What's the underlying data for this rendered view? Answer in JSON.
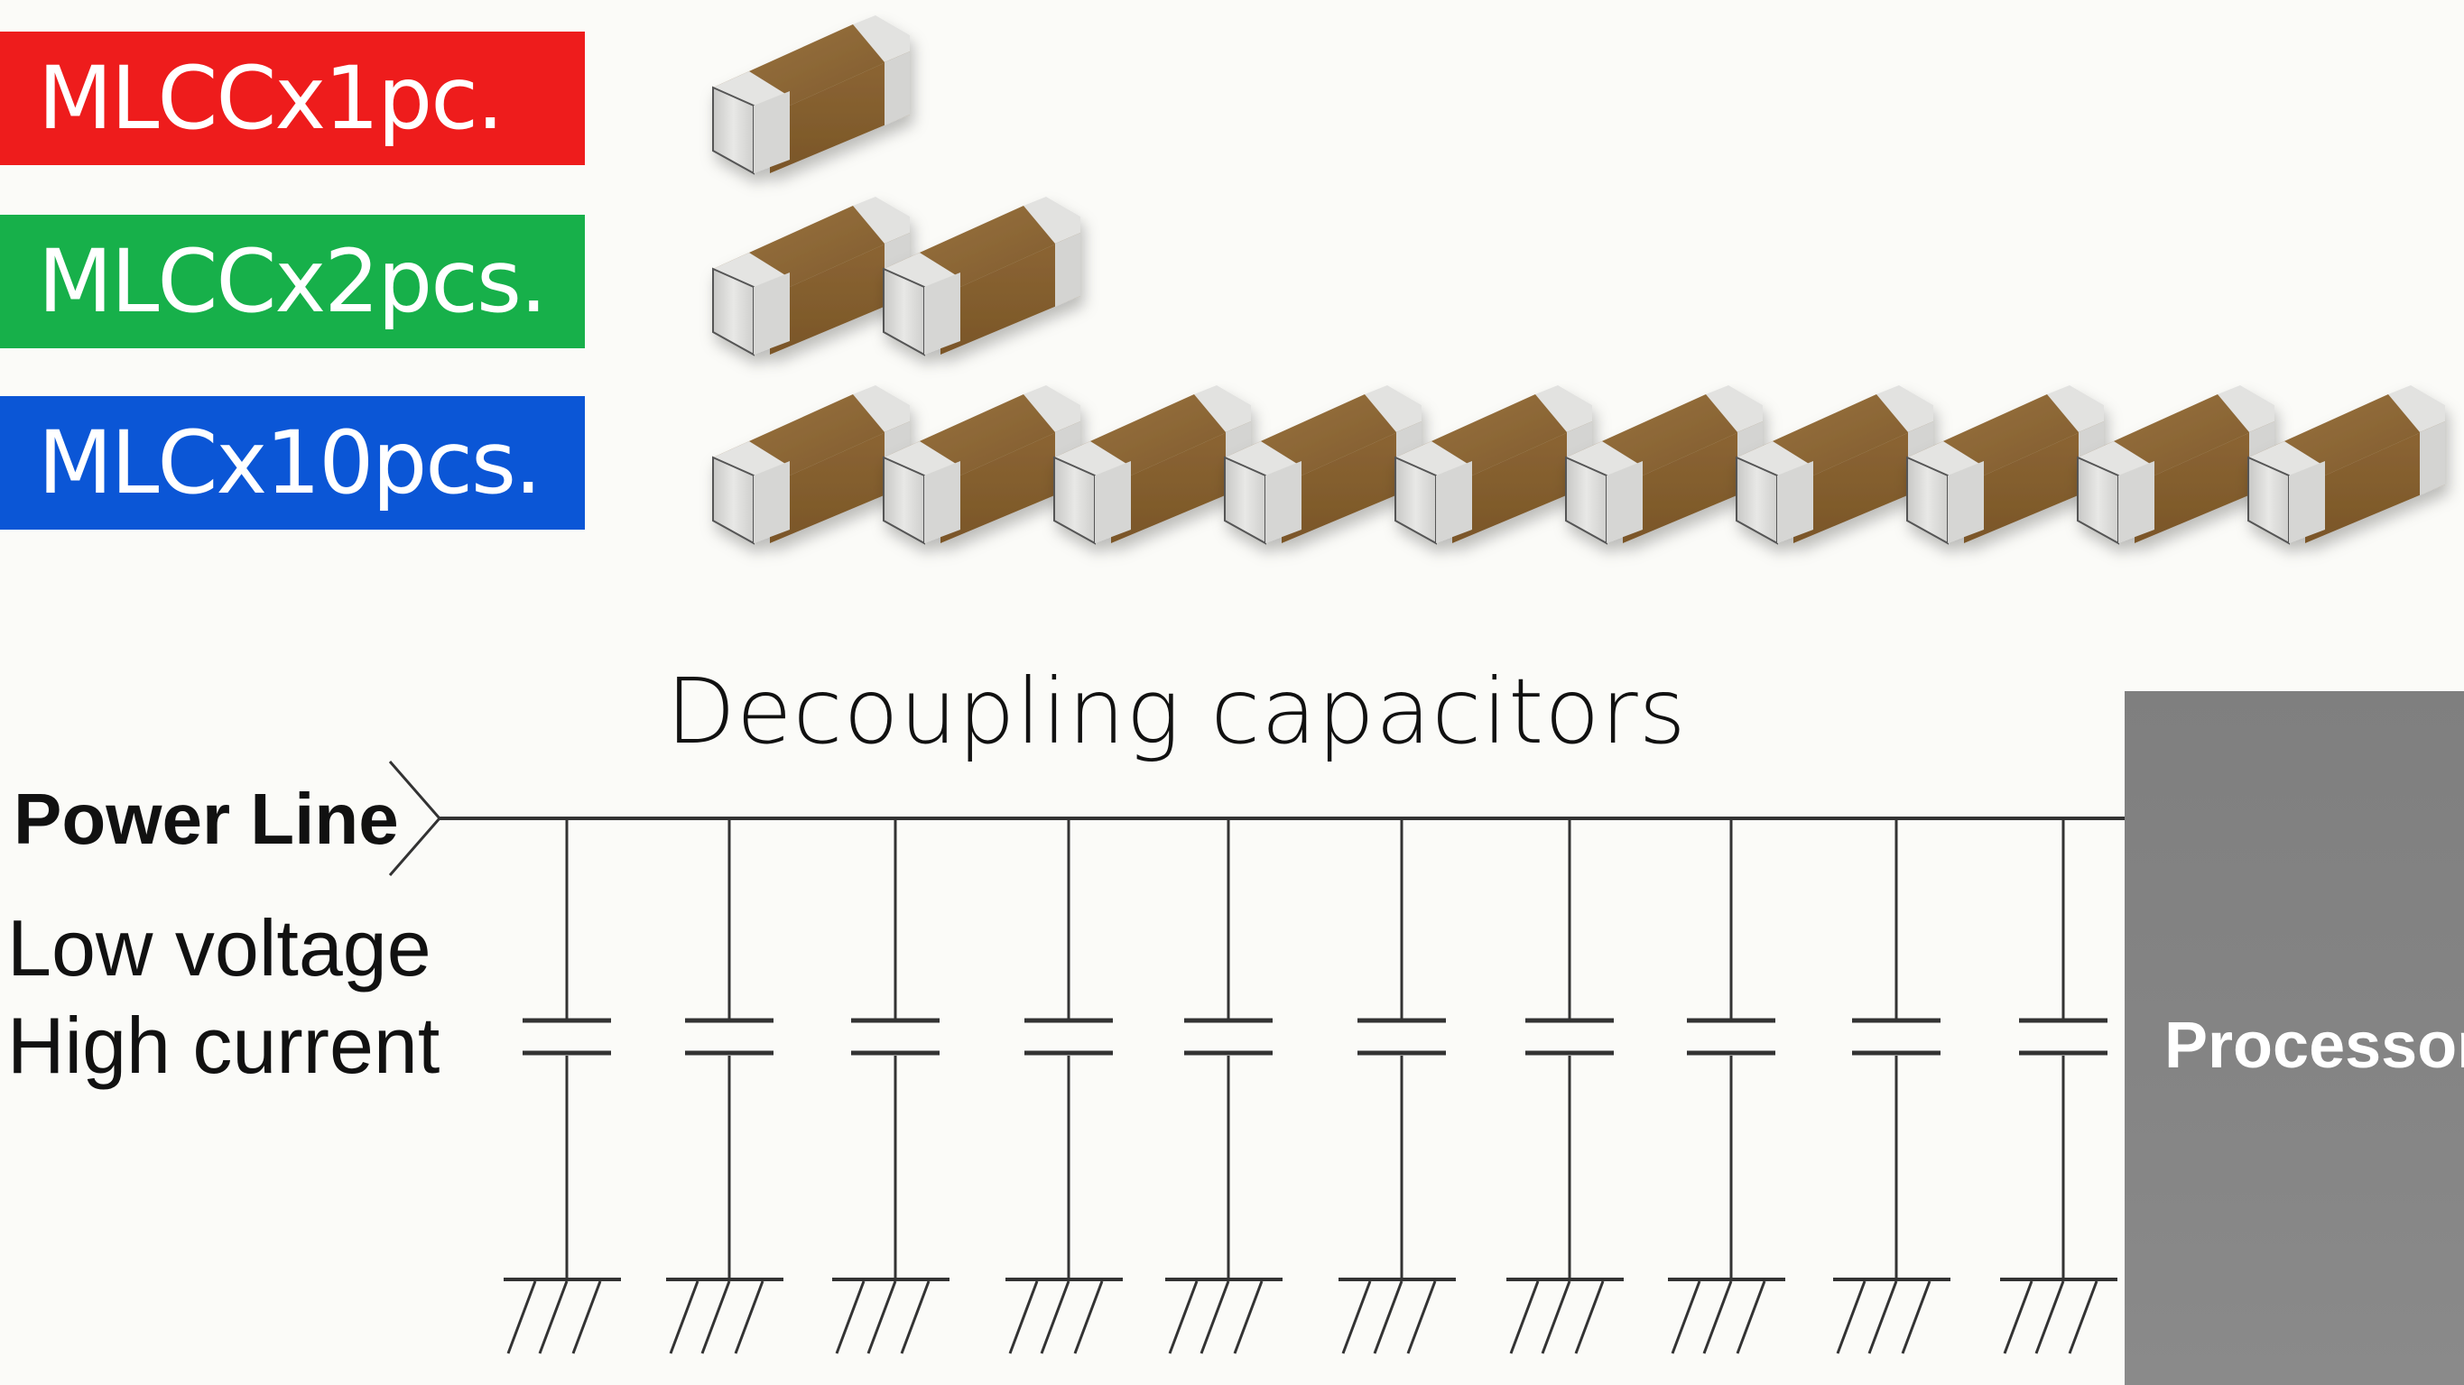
{
  "rows": [
    {
      "label": "MLCCx1pc.",
      "count": 1,
      "color": "#ee1c1c"
    },
    {
      "label": "MLCCx2pcs.",
      "count": 2,
      "color": "#17b04a"
    },
    {
      "label": "MLCx10pcs.",
      "count": 10,
      "color": "#0b56d6"
    }
  ],
  "circuit": {
    "title": "Decoupling capacitors",
    "power_line": "Power Line",
    "note_line1": "Low voltage",
    "note_line2": "High current",
    "processor": "Processor",
    "capacitor_count": 10
  },
  "colors": {
    "chip_body": "#8c6534",
    "chip_terminal": "#d8d8d6",
    "processor": "#808080"
  }
}
